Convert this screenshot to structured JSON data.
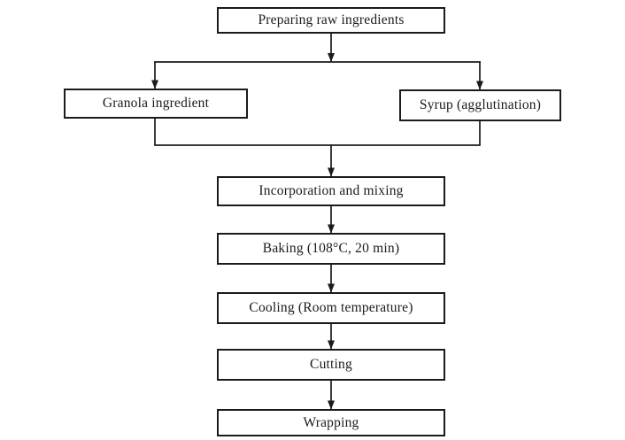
{
  "flowchart": {
    "nodes": [
      {
        "id": "preparing",
        "label": "Preparing raw ingredients"
      },
      {
        "id": "granola",
        "label": "Granola ingredient"
      },
      {
        "id": "syrup",
        "label": "Syrup (agglutination)"
      },
      {
        "id": "mixing",
        "label": "Incorporation and mixing"
      },
      {
        "id": "baking",
        "label": "Baking (108°C, 20 min)"
      },
      {
        "id": "cooling",
        "label": "Cooling (Room temperature)"
      },
      {
        "id": "cutting",
        "label": "Cutting"
      },
      {
        "id": "wrapping",
        "label": "Wrapping"
      }
    ],
    "edges": [
      {
        "from": "preparing",
        "to": "granola"
      },
      {
        "from": "preparing",
        "to": "syrup"
      },
      {
        "from": "granola",
        "to": "mixing"
      },
      {
        "from": "syrup",
        "to": "mixing"
      },
      {
        "from": "mixing",
        "to": "baking"
      },
      {
        "from": "baking",
        "to": "cooling"
      },
      {
        "from": "cooling",
        "to": "cutting"
      },
      {
        "from": "cutting",
        "to": "wrapping"
      }
    ],
    "style": {
      "box_border_color": "#1b1b1b",
      "box_fill_color": "#ffffff",
      "text_color": "#1b1b1b",
      "connector_color": "#1b1b1b",
      "background_color": "#ffffff"
    }
  }
}
